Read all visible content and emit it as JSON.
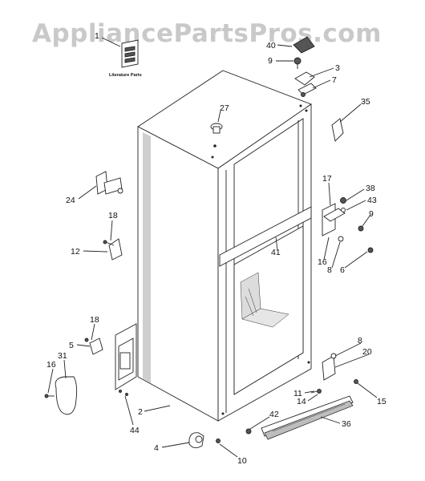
{
  "watermark": "AppliancePartsPros.com",
  "literature_parts_caption": "Literature Parts",
  "callouts": {
    "p1": "1",
    "p40": "40",
    "p9a": "9",
    "p3": "3",
    "p7": "7",
    "p35": "35",
    "p27": "27",
    "p17": "17",
    "p38": "38",
    "p43": "43",
    "p9b": "9",
    "p24": "24",
    "p18a": "18",
    "p12": "12",
    "p41": "41",
    "p16a": "16",
    "p8a": "8",
    "p6": "6",
    "p18b": "18",
    "p5": "5",
    "p31": "31",
    "p16b": "16",
    "p8b": "8",
    "p20": "20",
    "p11": "11",
    "p14": "14",
    "p15": "15",
    "p2": "2",
    "p44": "44",
    "p42": "42",
    "p36": "36",
    "p4": "4",
    "p10": "10"
  }
}
